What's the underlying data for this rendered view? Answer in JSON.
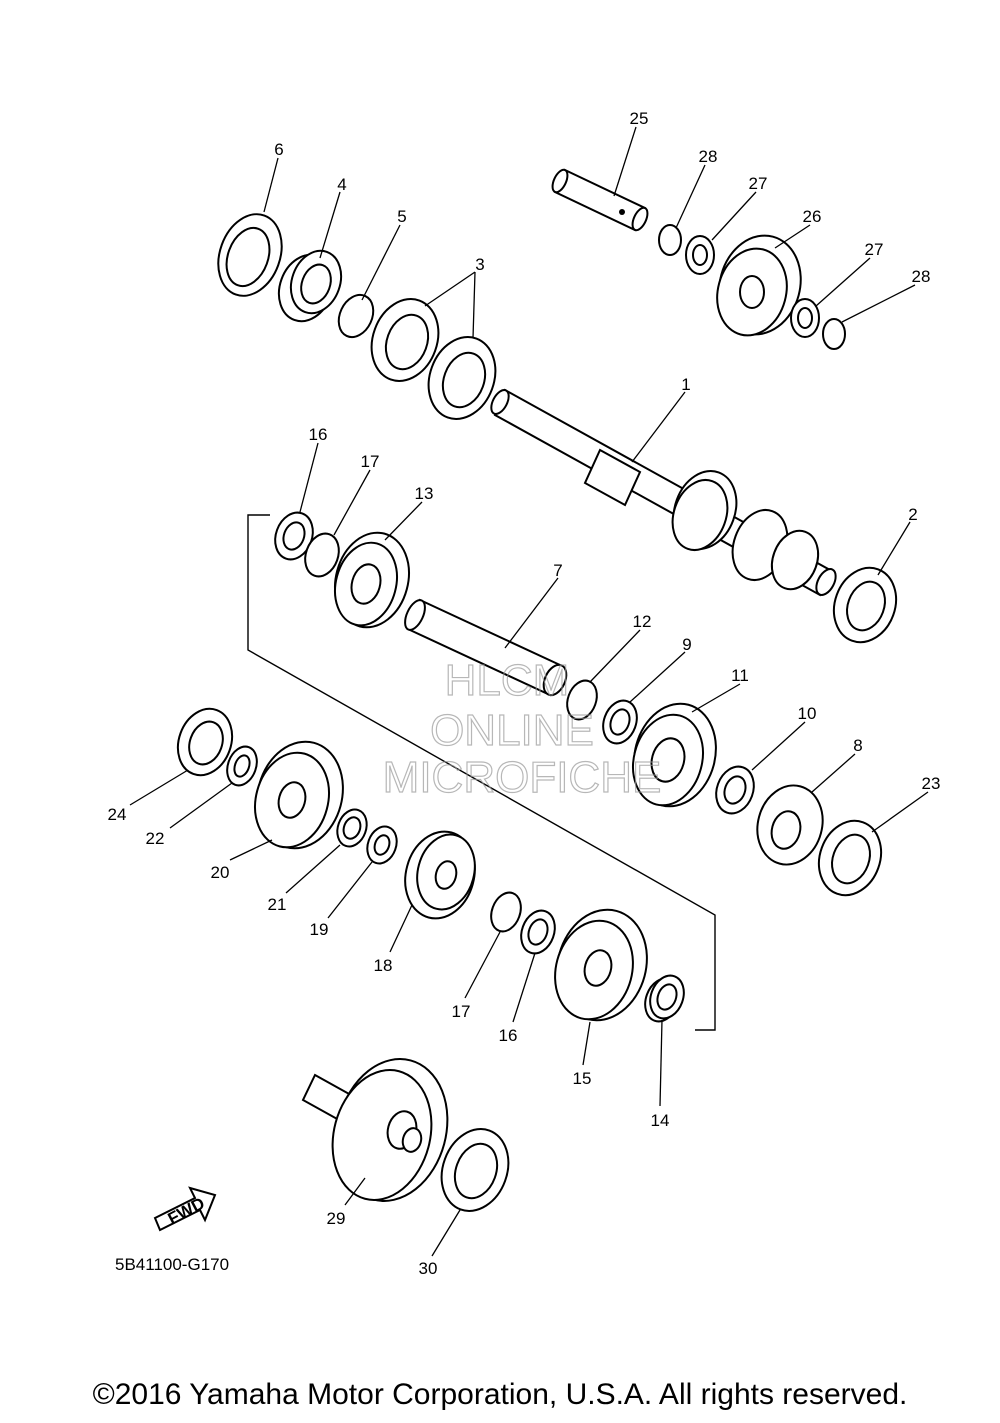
{
  "diagram": {
    "part_numbers": [
      "1",
      "2",
      "3",
      "4",
      "5",
      "6",
      "7",
      "8",
      "9",
      "10",
      "11",
      "12",
      "13",
      "14",
      "15",
      "16",
      "17",
      "18",
      "19",
      "20",
      "21",
      "22",
      "23",
      "24",
      "25",
      "26",
      "27",
      "28",
      "29",
      "30",
      "16",
      "17",
      "27",
      "28"
    ],
    "drawing_code": "5B41100-G170",
    "fwd_label": "FWD",
    "watermark": [
      "HLCM",
      "ONLINE",
      "MICROFICHE"
    ]
  },
  "footer": {
    "copyright": "©2016 Yamaha Motor Corporation, U.S.A. All rights reserved."
  }
}
